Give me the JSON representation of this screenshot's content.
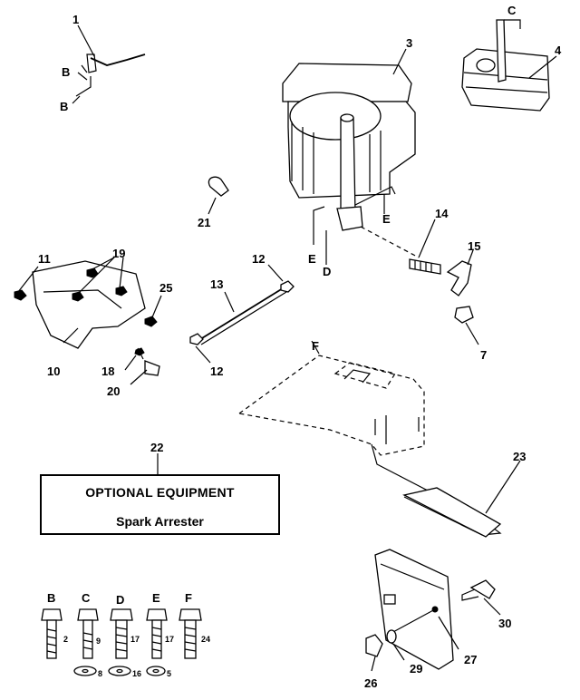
{
  "callouts": {
    "p1": "1",
    "p2": "2",
    "p3": "3",
    "p4": "4",
    "p5": "5",
    "p7": "7",
    "p8": "8",
    "p9": "9",
    "p10": "10",
    "p11": "11",
    "p12a": "12",
    "p12b": "12",
    "p13": "13",
    "p14": "14",
    "p15": "15",
    "p16": "16",
    "p17a": "17",
    "p17b": "17",
    "p18": "18",
    "p19": "19",
    "p20": "20",
    "p21": "21",
    "p22": "22",
    "p23": "23",
    "p24": "24",
    "p25": "25",
    "p26": "26",
    "p27": "27",
    "p29": "29",
    "p30": "30"
  },
  "reference_letters": {
    "b_upper": "B",
    "b_lower": "B",
    "c_top": "C",
    "e_right": "E",
    "e_left": "E",
    "d_engine": "D",
    "f_shroud": "F",
    "bolt_b": "B",
    "bolt_c": "C",
    "bolt_d": "D",
    "bolt_e": "E",
    "bolt_f": "F"
  },
  "optional_box": {
    "title": "OPTIONAL EQUIPMENT",
    "subtitle": "Spark Arrester"
  }
}
